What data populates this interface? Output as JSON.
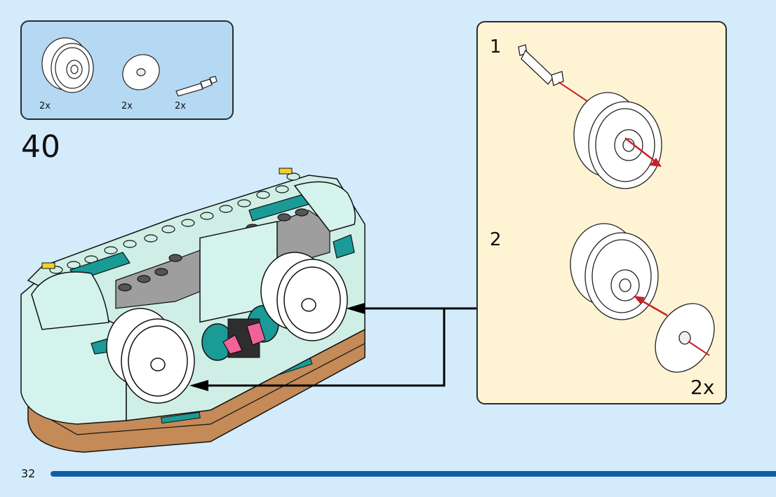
{
  "parts_list": {
    "items": [
      {
        "name": "wheel-rim",
        "quantity": "2x"
      },
      {
        "name": "round-tile",
        "quantity": "2x"
      },
      {
        "name": "axle-pin",
        "quantity": "2x"
      }
    ]
  },
  "step": {
    "number": "40"
  },
  "sub_assembly": {
    "steps": [
      {
        "label": "1"
      },
      {
        "label": "2"
      }
    ],
    "multiplier": "2x"
  },
  "footer": {
    "page_number": "32"
  },
  "colors": {
    "background": "#d3ebfb",
    "parts_box": "#b5d8f3",
    "sub_panel": "#fef4d3",
    "page_bar": "#0e5ea8",
    "arrow_red": "#c8202c",
    "mint": "#d4f3ec",
    "teal": "#1a9b98",
    "dark_gray": "#5a5a5a",
    "light_gray": "#a0a0a0",
    "brown": "#c48a57",
    "pink": "#f2629a",
    "yellow": "#f2d02a"
  }
}
